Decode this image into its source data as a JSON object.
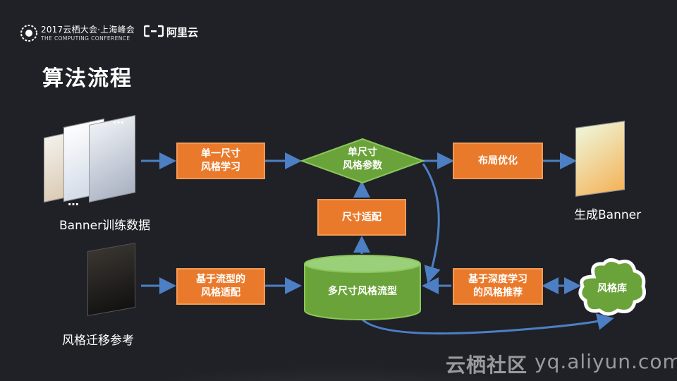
{
  "header": {
    "conf_title": "2017云栖大会·上海峰会",
    "conf_sub": "THE COMPUTING CONFERENCE",
    "brand": "阿里云"
  },
  "slide_title": "算法流程",
  "boxes": {
    "single_size_learn": [
      "单一尺寸",
      "风格学习"
    ],
    "single_size_params": [
      "单尺寸",
      "风格参数"
    ],
    "layout_opt": "布局优化",
    "size_adapt": "尺寸适配",
    "flow_style_adapt": [
      "基于流型的",
      "风格适配"
    ],
    "multi_size_manifold": "多尺寸风格流型",
    "deep_style_recommend": [
      "基于深度学习",
      "的风格推荐"
    ],
    "style_library": "风格库"
  },
  "labels": {
    "banner_train": "Banner训练数据",
    "generate_banner": "生成Banner",
    "style_transfer": "风格迁移参考",
    "ellipsis_top": "…",
    "ellipsis_bottom": "…"
  },
  "watermark": {
    "site_cn": "云栖社区",
    "site_url": "yq.aliyun.com"
  },
  "colors": {
    "orange": "#ea7a2b",
    "green": "#6aa339",
    "arrow": "#4d7fc4",
    "background": "#1f2127"
  }
}
